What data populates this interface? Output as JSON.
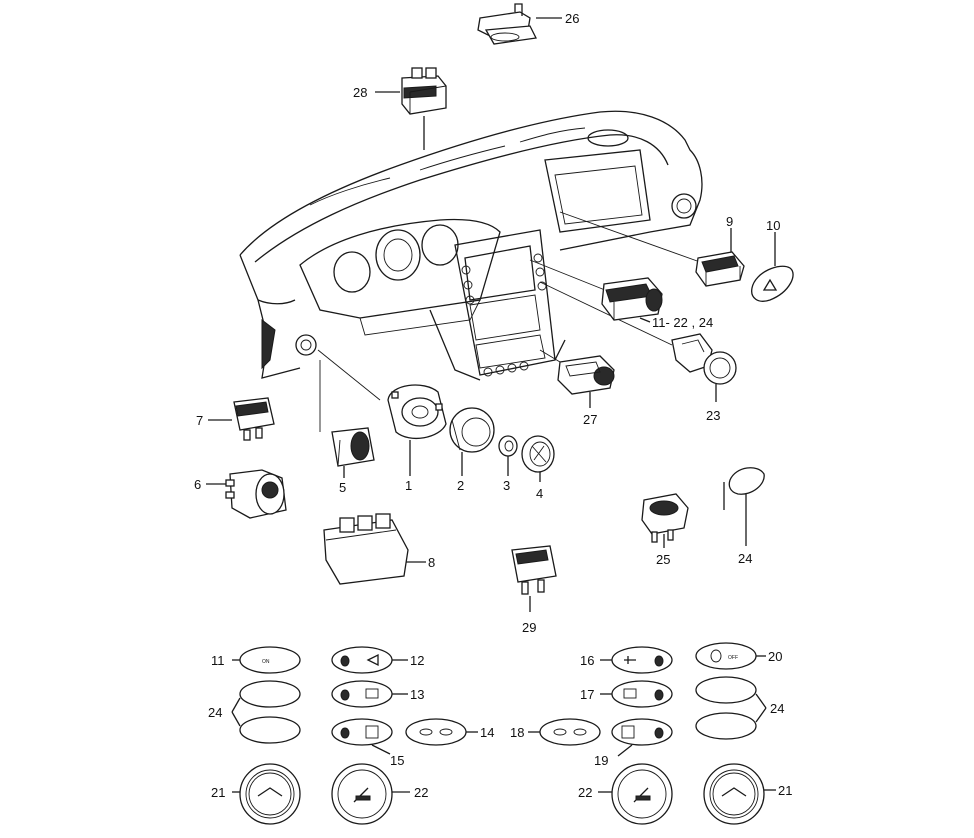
{
  "callouts": {
    "p1": "1",
    "p2": "2",
    "p3": "3",
    "p4": "4",
    "p5": "5",
    "p6": "6",
    "p7": "7",
    "p8": "8",
    "p9": "9",
    "p10": "10",
    "p11_22_24": "11- 22 , 24",
    "p11": "11",
    "p12": "12",
    "p13": "13",
    "p14": "14",
    "p15": "15",
    "p16": "16",
    "p17": "17",
    "p18": "18",
    "p19": "19",
    "p20": "20",
    "p21_left": "21",
    "p21_right": "21",
    "p22_left": "22",
    "p22_right": "22",
    "p23": "23",
    "p24_left": "24",
    "p24_right": "24",
    "p24_mid": "24",
    "p25": "25",
    "p26": "26",
    "p27": "27",
    "p28": "28",
    "p29": "29"
  }
}
